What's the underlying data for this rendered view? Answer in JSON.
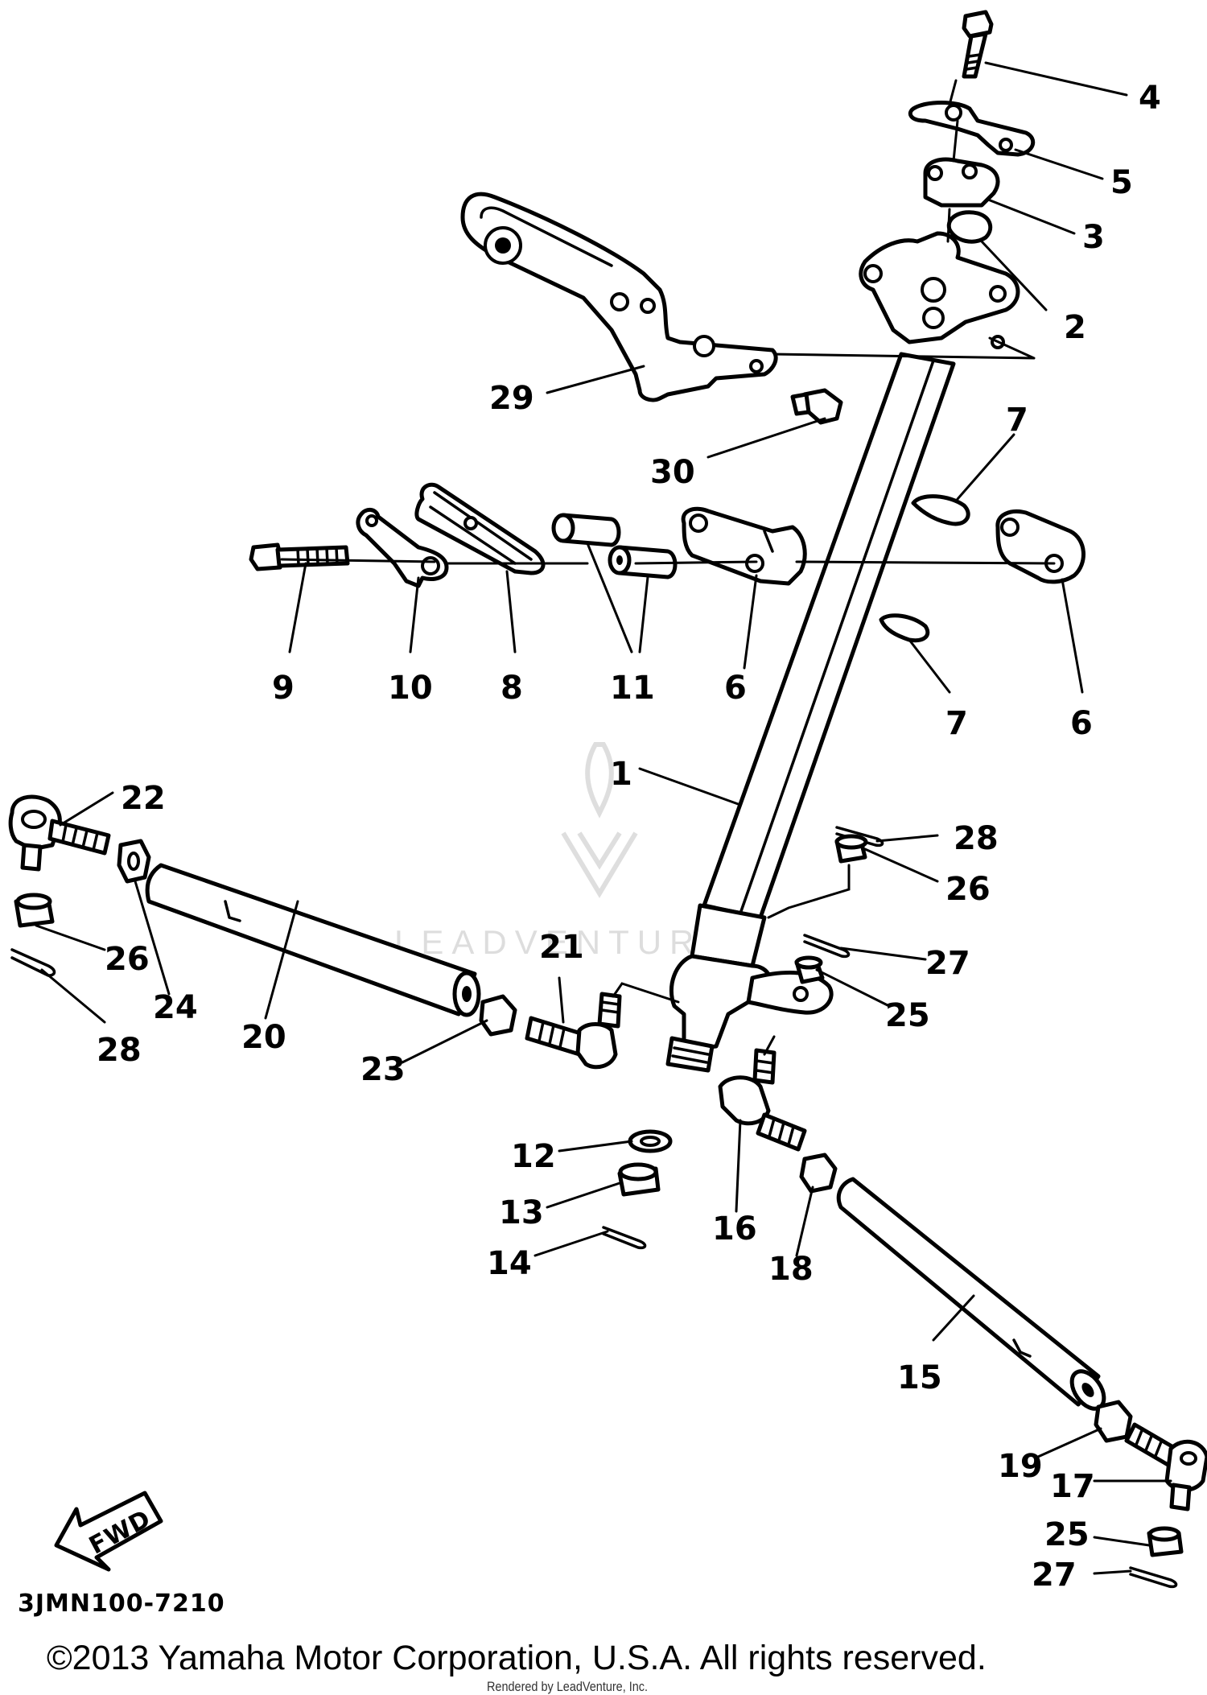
{
  "diagram": {
    "callouts": [
      "1",
      "2",
      "3",
      "4",
      "5",
      "6",
      "6",
      "7",
      "7",
      "8",
      "9",
      "10",
      "11",
      "12",
      "13",
      "14",
      "15",
      "16",
      "17",
      "18",
      "19",
      "20",
      "21",
      "22",
      "23",
      "24",
      "25",
      "25",
      "26",
      "26",
      "27",
      "27",
      "28",
      "28",
      "29",
      "30"
    ],
    "drawing_code": "3JMN100-7210",
    "fwd_label": "FWD"
  },
  "watermark": {
    "text": "LEADVENTURE"
  },
  "footer": {
    "copyright": "©2013 Yamaha Motor Corporation, U.S.A. All rights reserved.",
    "rendered_by": "Rendered by LeadVenture, Inc."
  },
  "colors": {
    "ink": "#000000",
    "paper": "#ffffff",
    "watermark": "#bdbdbd"
  }
}
